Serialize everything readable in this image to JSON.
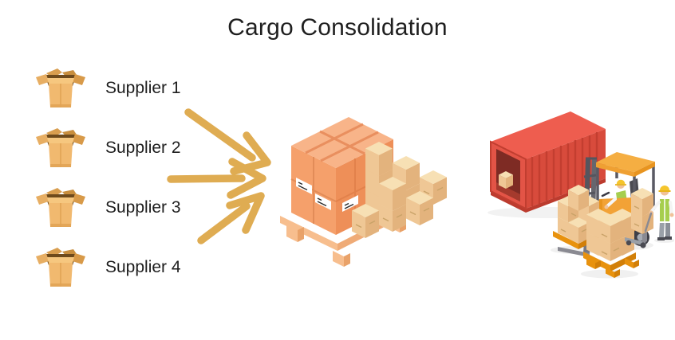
{
  "title": {
    "text": "Cargo Consolidation"
  },
  "suppliers": [
    {
      "label": "Supplier 1",
      "icon": "open-box-icon"
    },
    {
      "label": "Supplier 2",
      "icon": "open-box-icon"
    },
    {
      "label": "Supplier 3",
      "icon": "open-box-icon"
    },
    {
      "label": "Supplier 4",
      "icon": "open-box-icon"
    }
  ],
  "scene": {
    "arrows": {
      "count": 3,
      "color": "#DFAC52"
    },
    "icons": {
      "supplier": "open-box-icon",
      "consolidated_pallet": "pallet-boxes-icon",
      "container_loading": "container-forklift-icon"
    },
    "colors": {
      "arrow": "#DFAC52",
      "title_text": "#1F1F1F",
      "label_text": "#1E1E1E",
      "carton_orange": "#F5A06B",
      "carton_orange_dark": "#EE8F58",
      "carton_orange_top": "#F8B489",
      "carton_tan": "#EFC795",
      "carton_tan_dark": "#E3B37D",
      "carton_tan_top": "#F7E0B4",
      "container_red": "#D84B3C",
      "container_red_top": "#EE5D4F",
      "container_red_frame": "#E35446",
      "forklift_orange": "#F2A236",
      "helmet_yellow": "#F5C52C",
      "vest_green": "#A6CE4E",
      "pallet_wood": "#F7BE8E",
      "background": "#FFFFFF"
    }
  }
}
